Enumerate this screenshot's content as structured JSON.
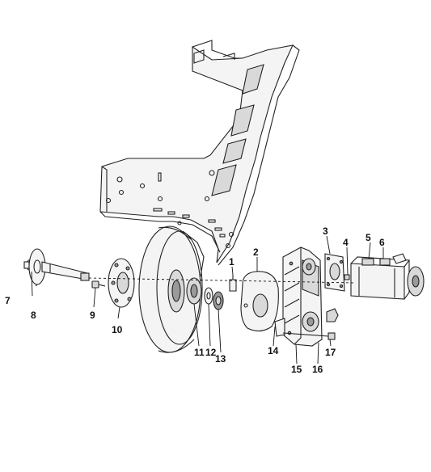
{
  "diagram": {
    "callouts": [
      {
        "id": "c1",
        "text": "1"
      },
      {
        "id": "c2",
        "text": "2"
      },
      {
        "id": "c3",
        "text": "3"
      },
      {
        "id": "c4",
        "text": "4"
      },
      {
        "id": "c5",
        "text": "5"
      },
      {
        "id": "c6",
        "text": "6"
      },
      {
        "id": "c7",
        "text": "7"
      },
      {
        "id": "c8",
        "text": "8"
      },
      {
        "id": "c9",
        "text": "9"
      },
      {
        "id": "c10",
        "text": "10"
      },
      {
        "id": "c11",
        "text": "11"
      },
      {
        "id": "c12",
        "text": "12"
      },
      {
        "id": "c13",
        "text": "13"
      },
      {
        "id": "c14",
        "text": "14"
      },
      {
        "id": "c15",
        "text": "15"
      },
      {
        "id": "c16",
        "text": "16"
      },
      {
        "id": "c17",
        "text": "17"
      }
    ]
  }
}
